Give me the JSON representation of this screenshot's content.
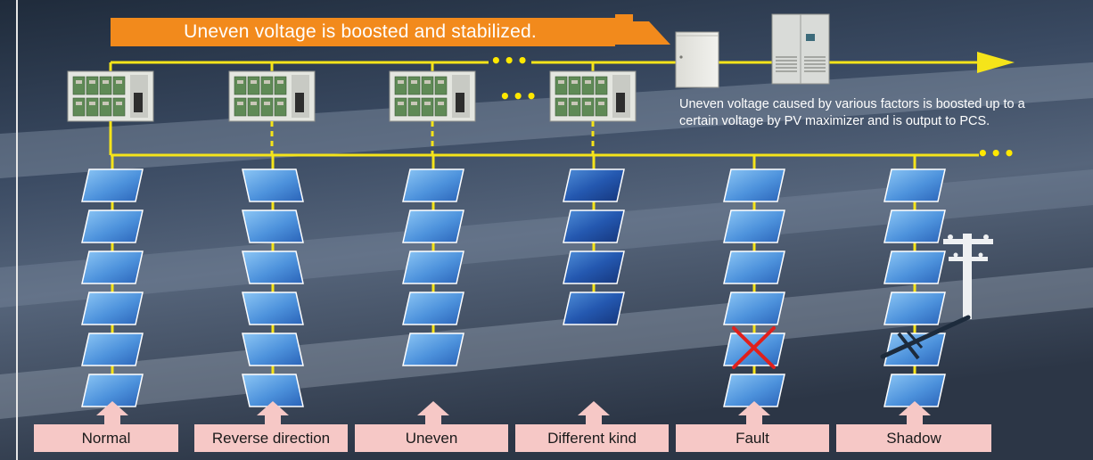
{
  "banner": {
    "text": "Uneven voltage is boosted and stabilized.",
    "color": "#f28a1c"
  },
  "description": {
    "line1": "Uneven voltage caused by various factors is boosted up to a",
    "line2": "certain voltage by PV maximizer and is output to PCS."
  },
  "strings": [
    {
      "label": "Normal",
      "panels": 6,
      "status": "normal"
    },
    {
      "label": "Reverse direction",
      "panels": 6,
      "status": "reverse"
    },
    {
      "label": "Uneven",
      "panels": 5,
      "status": "uneven"
    },
    {
      "label": "Different kind",
      "panels": 4,
      "status": "different"
    },
    {
      "label": "Fault",
      "panels": 6,
      "status": "fault"
    },
    {
      "label": "Shadow",
      "panels": 6,
      "status": "shadow"
    }
  ],
  "ellipsis": "•••",
  "colors": {
    "wire": "#f5e41a",
    "panel": "#5a9bdf",
    "panel_dark": "#2f5fae",
    "label_bg": "#f6c8c6",
    "arrow": "#f6c8c6",
    "fault_mark": "#e0201c"
  }
}
